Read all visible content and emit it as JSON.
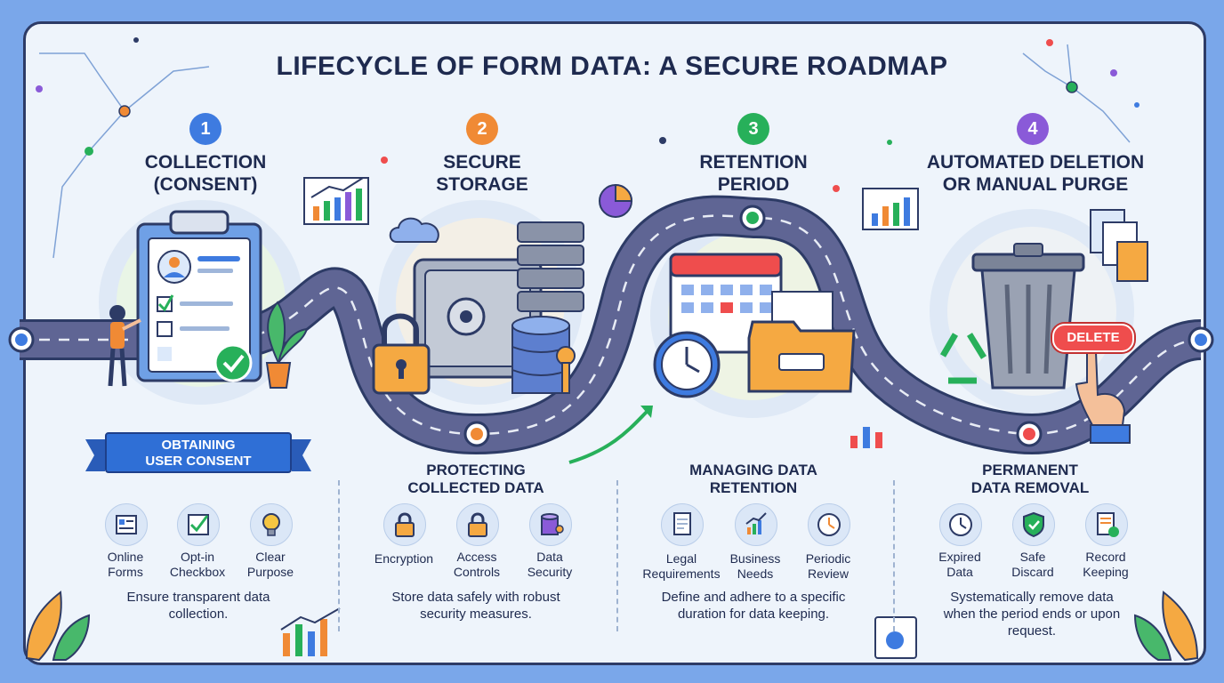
{
  "title": "LIFECYCLE OF FORM DATA: A SECURE ROADMAP",
  "colors": {
    "stage1": "#3e7be0",
    "stage2": "#f08a35",
    "stage3": "#27b05a",
    "stage4": "#8a5ad8",
    "road": "#5a6191",
    "delete": "#ef4d4d"
  },
  "stages": [
    {
      "number": "1",
      "title_line1": "COLLECTION",
      "title_line2": "(CONSENT)",
      "banner_line1": "OBTAINING",
      "banner_line2": "USER CONSENT",
      "icons": [
        {
          "name": "form-icon",
          "line1": "Online",
          "line2": "Forms"
        },
        {
          "name": "checkbox-icon",
          "line1": "Opt-in",
          "line2": "Checkbox"
        },
        {
          "name": "lightbulb-icon",
          "line1": "Clear",
          "line2": "Purpose"
        }
      ],
      "desc_line1": "Ensure transparent data",
      "desc_line2": "collection."
    },
    {
      "number": "2",
      "title_line1": "SECURE",
      "title_line2": "STORAGE",
      "subtitle_line1": "PROTECTING",
      "subtitle_line2": "COLLECTED DATA",
      "icons": [
        {
          "name": "lock-icon",
          "line1": "Encryption",
          "line2": ""
        },
        {
          "name": "lock-icon",
          "line1": "Access",
          "line2": "Controls"
        },
        {
          "name": "database-icon",
          "line1": "Data",
          "line2": "Security"
        }
      ],
      "desc_line1": "Store data safely with robust",
      "desc_line2": "security measures."
    },
    {
      "number": "3",
      "title_line1": "RETENTION",
      "title_line2": "PERIOD",
      "subtitle_line1": "MANAGING DATA",
      "subtitle_line2": "RETENTION",
      "icons": [
        {
          "name": "document-icon",
          "line1": "Legal",
          "line2": "Requirements"
        },
        {
          "name": "chart-icon",
          "line1": "Business",
          "line2": "Needs"
        },
        {
          "name": "clock-icon",
          "line1": "Periodic",
          "line2": "Review"
        }
      ],
      "desc_line1": "Define and adhere to a specific",
      "desc_line2": "duration for data keeping."
    },
    {
      "number": "4",
      "title_line1": "AUTOMATED DELETION",
      "title_line2": "OR MANUAL PURGE",
      "subtitle_line1": "PERMANENT",
      "subtitle_line2": "DATA REMOVAL",
      "icons": [
        {
          "name": "clock-icon",
          "line1": "Expired",
          "line2": "Data"
        },
        {
          "name": "shield-icon",
          "line1": "Safe",
          "line2": "Discard"
        },
        {
          "name": "document-check-icon",
          "line1": "Record",
          "line2": "Keeping"
        }
      ],
      "desc_line1": "Systematically remove data",
      "desc_line2": "when the period ends or upon",
      "desc_line3": "request."
    }
  ],
  "delete_button": "DELETE"
}
